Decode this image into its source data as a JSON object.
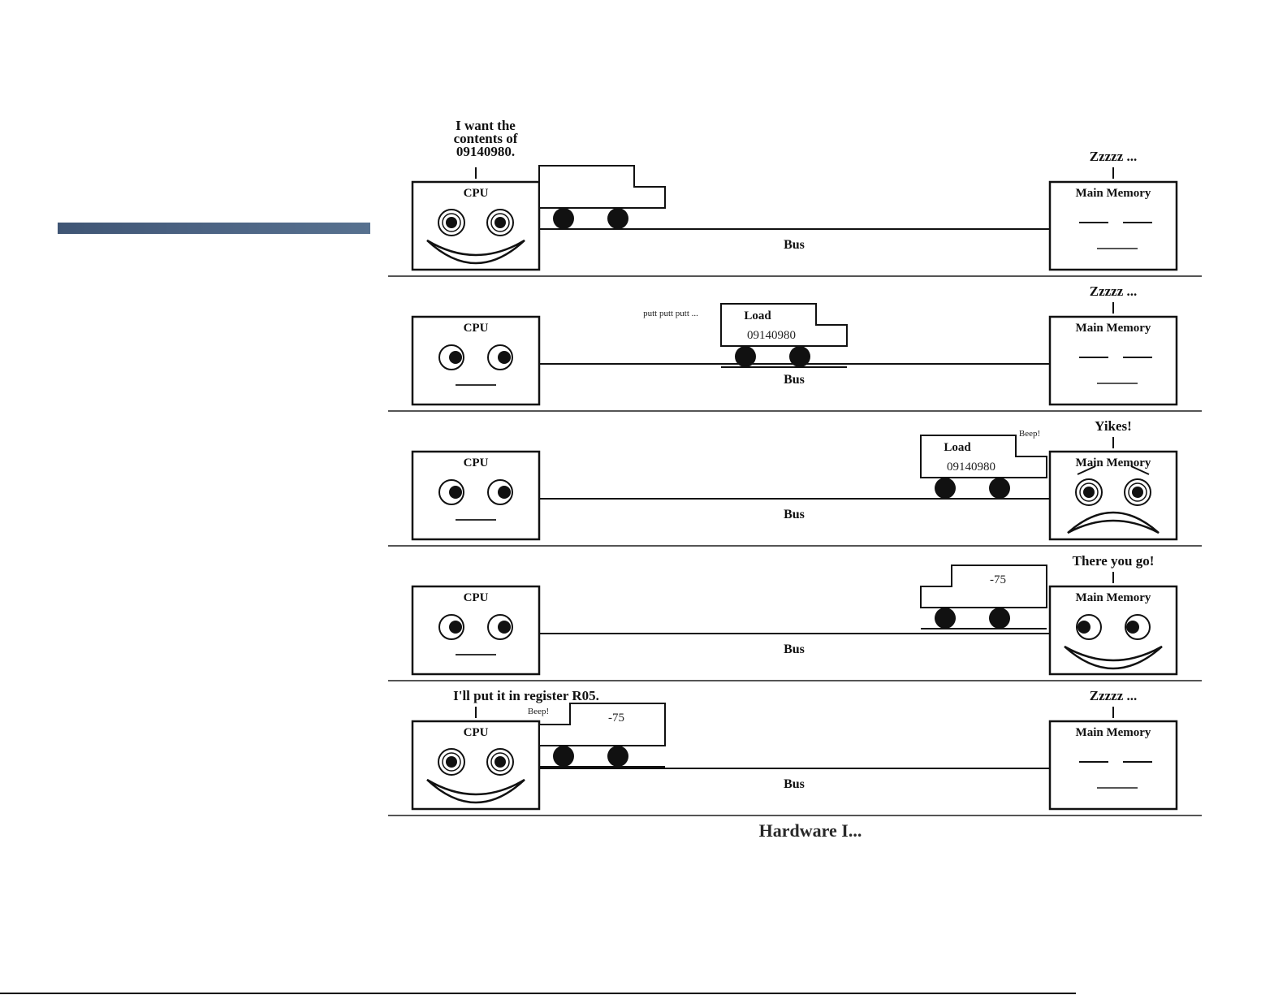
{
  "slide": {
    "caption_partial": "Hardware I..."
  },
  "labels": {
    "cpu": "CPU",
    "memory": "Main Memory",
    "bus": "Bus"
  },
  "panels": [
    {
      "cpu_speech": [
        "I want the",
        "contents of",
        "09140980."
      ],
      "memory_speech": "Zzzzz ...",
      "truck_lines": [],
      "truck_side": "cpu",
      "side_note": "",
      "cpu_face": "happy",
      "memory_face": "asleep"
    },
    {
      "cpu_speech": [],
      "memory_speech": "Zzzzz ...",
      "truck_lines": [
        "Load",
        "09140980"
      ],
      "truck_side": "middle",
      "side_note": "putt putt putt ...",
      "cpu_face": "neutral-looking-right",
      "memory_face": "asleep"
    },
    {
      "cpu_speech": [],
      "memory_speech": "Yikes!",
      "truck_lines": [
        "Load",
        "09140980"
      ],
      "truck_side": "memory",
      "side_note": "Beep!",
      "cpu_face": "neutral-looking-right",
      "memory_face": "scared"
    },
    {
      "cpu_speech": [],
      "memory_speech": "There you go!",
      "truck_lines": [
        "-75"
      ],
      "truck_side": "memory",
      "side_note": "",
      "cpu_face": "neutral-looking-right",
      "memory_face": "happy-looking-left"
    },
    {
      "cpu_speech": [
        "I'll put it in register R05."
      ],
      "memory_speech": "Zzzzz ...",
      "truck_lines": [
        "-75"
      ],
      "truck_side": "cpu",
      "side_note": "Beep!",
      "cpu_face": "happy",
      "memory_face": "asleep"
    }
  ],
  "colors": {
    "title_bar": "#4a6181",
    "ink": "#111111"
  }
}
